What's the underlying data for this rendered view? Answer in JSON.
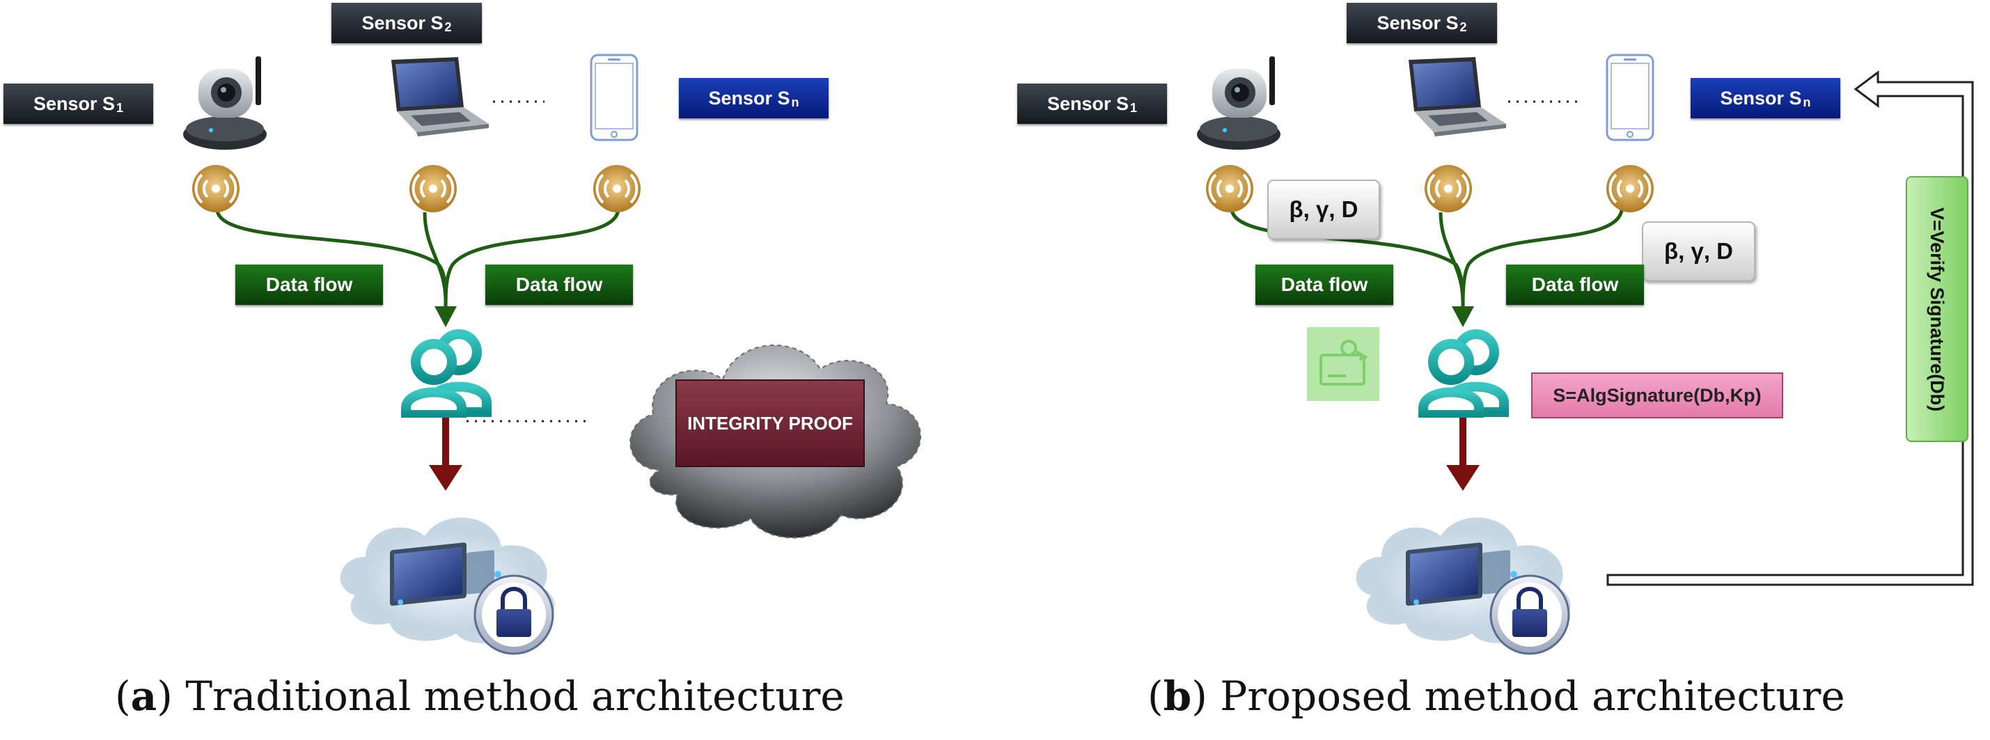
{
  "panel_a": {
    "sensors": [
      {
        "label": "Sensor S",
        "sub": "1"
      },
      {
        "label": "Sensor S",
        "sub": "2"
      },
      {
        "label": "Sensor S",
        "sub": "n"
      }
    ],
    "flow_labels": [
      "Data flow",
      "Data flow"
    ],
    "integrity_label": "INTEGRITY PROOF",
    "caption": {
      "letter": "a",
      "text": "Traditional method architecture"
    }
  },
  "panel_b": {
    "sensors": [
      {
        "label": "Sensor S",
        "sub": "1"
      },
      {
        "label": "Sensor S",
        "sub": "2"
      },
      {
        "label": "Sensor S",
        "sub": "n"
      }
    ],
    "flow_labels": [
      "Data flow",
      "Data flow"
    ],
    "params": [
      "β, γ, D",
      "β, γ, D"
    ],
    "signature": "S=AlgSignature(Db,Kp)",
    "verify": "V=Verify Signature(Db)",
    "caption": {
      "letter": "b",
      "text": "Proposed method architecture"
    }
  },
  "colors": {
    "flow_line": "#1e5e12",
    "upload_arrow": "#7a0f10",
    "user_icon": "#1aa3a0",
    "wifi_icon": "#c8902c",
    "sensor_dark": "#1f242a",
    "sensor_blue": "#0a2590",
    "flow_green": "#155f12"
  },
  "icons": [
    "ip-camera-icon",
    "laptop-icon",
    "smartphone-icon",
    "wifi-antenna-icon",
    "user-group-icon",
    "secure-cloud-lock-icon",
    "key-card-icon",
    "cloud-icon"
  ]
}
